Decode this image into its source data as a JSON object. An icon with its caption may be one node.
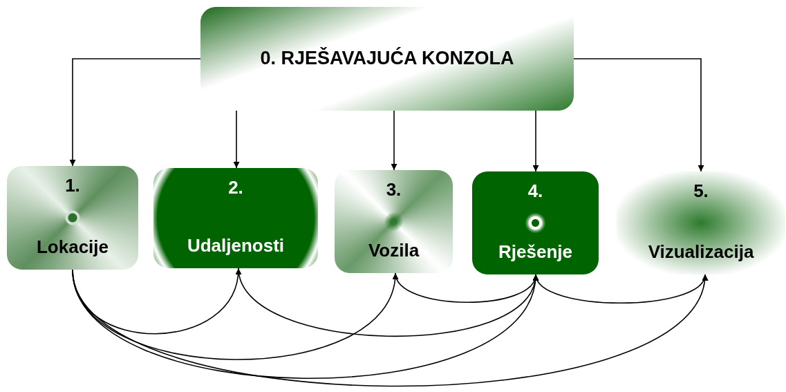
{
  "diagram": {
    "nodes": [
      {
        "text": [
          "0. RJEŠAVAJUĆA KONZOLA"
        ]
      },
      {
        "text": [
          "1.",
          "Lokacije"
        ]
      },
      {
        "text": [
          "2.",
          "Udaljenosti"
        ]
      },
      {
        "text": [
          "3.",
          "Vozila"
        ]
      },
      {
        "text": [
          "4.",
          "Rješenje"
        ]
      },
      {
        "text": [
          "5.",
          "Vizualizacija"
        ]
      }
    ],
    "edges": [
      {
        "from": 0,
        "to": 1,
        "arrow": "to"
      },
      {
        "from": 0,
        "to": 2,
        "arrow": "to"
      },
      {
        "from": 0,
        "to": 3,
        "arrow": "to"
      },
      {
        "from": 0,
        "to": 4,
        "arrow": "to"
      },
      {
        "from": 0,
        "to": 5,
        "arrow": "to"
      },
      {
        "from": 1,
        "to": 2,
        "arrow": "to"
      },
      {
        "from": 1,
        "to": 3,
        "arrow": "to"
      },
      {
        "from": 1,
        "to": 4,
        "arrow": "to"
      },
      {
        "from": 1,
        "to": 5,
        "arrow": "to"
      },
      {
        "from": 2,
        "to": 4,
        "arrow": "to"
      },
      {
        "from": 3,
        "to": 4,
        "arrow": "to"
      },
      {
        "from": 4,
        "to": 5,
        "arrow": "to"
      }
    ]
  }
}
